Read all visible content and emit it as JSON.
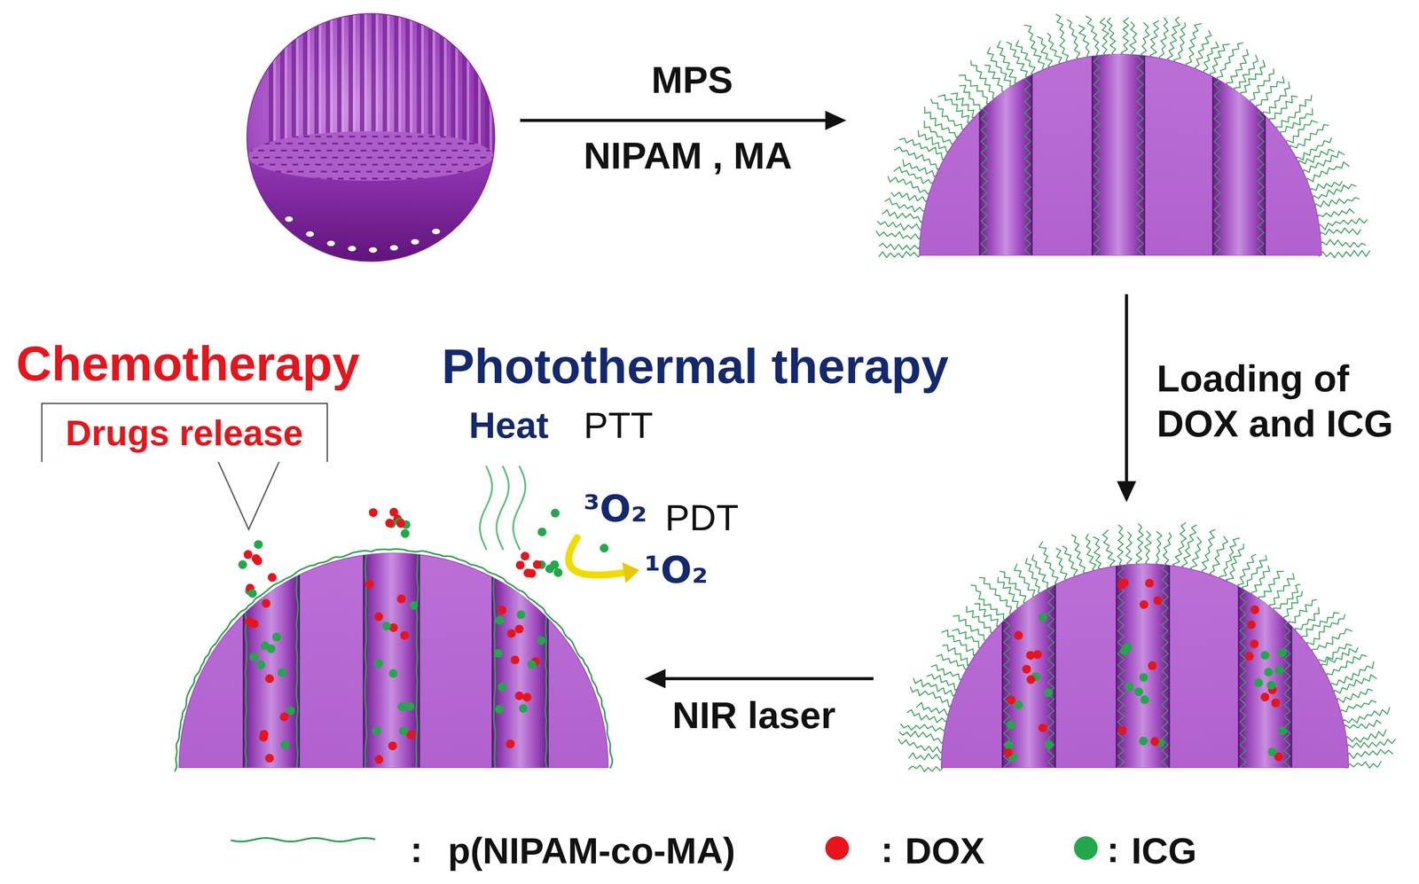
{
  "diagram": {
    "nodes": [
      {
        "text": [
          "Drugs release"
        ]
      }
    ],
    "labels": [
      "MPS",
      "NIPAM , MA",
      "Loading of DOX and ICG",
      "NIR laser",
      "Chemotherapy",
      "Photothermal therapy",
      "Heat",
      "PTT",
      "³O₂",
      "PDT",
      "¹O₂",
      ":",
      ":",
      ":"
    ],
    "legend": [
      {
        "text": "p(NIPAM-co-MA)"
      },
      {
        "text": "DOX",
        "color": "#e8141b"
      },
      {
        "text": "ICG",
        "color": "#22a84a"
      }
    ]
  }
}
